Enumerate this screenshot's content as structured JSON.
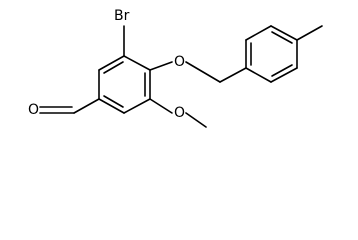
{
  "molecule": {
    "atoms": {
      "br": "Br",
      "o_ether": "O",
      "o_methoxy": "O",
      "o_aldehyde": "O"
    }
  },
  "colors": {
    "bond": "#000000",
    "label": "#000000",
    "background": "#ffffff"
  }
}
